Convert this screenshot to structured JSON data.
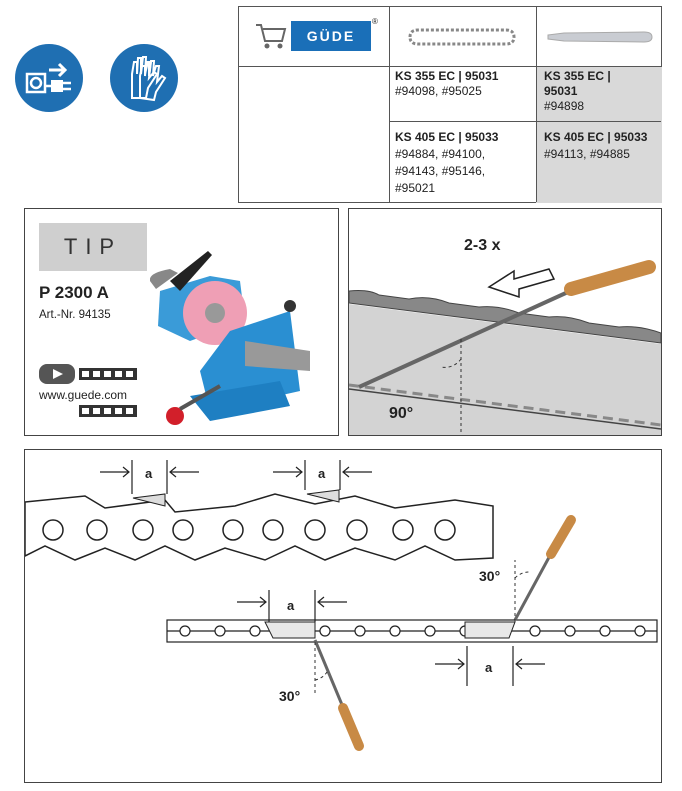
{
  "table": {
    "row1": {
      "col2": {
        "model": "KS 355 EC | 95031",
        "refs": "#94098, #95025"
      },
      "col3": {
        "model_line1": "KS 355 EC |",
        "model_line2": "95031",
        "refs": "#94898"
      }
    },
    "row2": {
      "col2": {
        "model": "KS 405 EC | 95033",
        "refs_line1": "#94884, #94100,",
        "refs_line2": "#94143, #95146,",
        "refs_line3": "#95021"
      },
      "col3": {
        "model": "KS 405 EC | 95033",
        "refs": "#94113, #94885"
      }
    },
    "logo_text": "GÜDE",
    "logo_mark": "®"
  },
  "tip_box": {
    "tip_label": "TIP",
    "product": "P 2300 A",
    "art_nr": "Art.-Nr. 94135",
    "website": "www.guede.com"
  },
  "file_box": {
    "strokes": "2-3 x",
    "angle": "90°"
  },
  "diagram": {
    "label_a": "a",
    "angle_top": "30°",
    "angle_bottom": "30°"
  },
  "colors": {
    "brand_blue": "#1a6fb8",
    "shade": "#d9d9d9",
    "handle": "#c88a45"
  }
}
